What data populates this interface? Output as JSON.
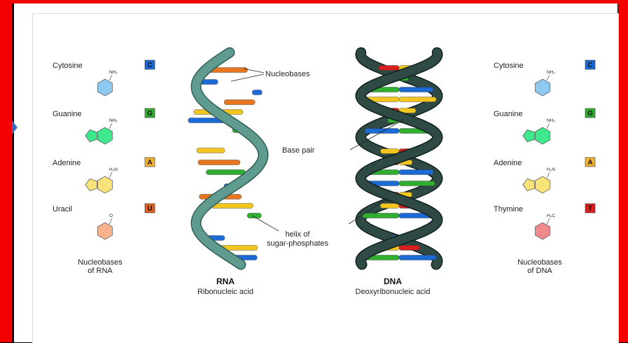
{
  "left_column": {
    "items": [
      {
        "name": "Cytosine",
        "letter": "C",
        "letter_color": "#1b6ad6",
        "ring_color": "#8ec9f2",
        "substituent": "NH₂"
      },
      {
        "name": "Guanine",
        "letter": "G",
        "letter_color": "#2fae2f",
        "ring_color": "#3ee88c",
        "substituent": "NH₂"
      },
      {
        "name": "Adenine",
        "letter": "A",
        "letter_color": "#f2b233",
        "ring_color": "#f7e37a",
        "substituent": "H₂N"
      },
      {
        "name": "Uracil",
        "letter": "U",
        "letter_color": "#e0601f",
        "ring_color": "#f6b38e",
        "substituent": "O"
      }
    ],
    "caption_line1": "Nucleobases",
    "caption_line2": "of RNA"
  },
  "right_column": {
    "items": [
      {
        "name": "Cytosine",
        "letter": "C",
        "letter_color": "#1b6ad6",
        "ring_color": "#8ec9f2",
        "substituent": "NH₂"
      },
      {
        "name": "Guanine",
        "letter": "G",
        "letter_color": "#2fae2f",
        "ring_color": "#3ee88c",
        "substituent": "NH₂"
      },
      {
        "name": "Adenine",
        "letter": "A",
        "letter_color": "#f2b233",
        "ring_color": "#f7e37a",
        "substituent": "H₂N"
      },
      {
        "name": "Thymine",
        "letter": "T",
        "letter_color": "#d81f1f",
        "ring_color": "#f08a8a",
        "substituent": "H₃C"
      }
    ],
    "caption_line1": "Nucleobases",
    "caption_line2": "of DNA"
  },
  "callouts": {
    "nucleobases": "Nucleobases",
    "base_pair": "Base pair",
    "helix_line1": "helix of",
    "helix_line2": "sugar-phosphates"
  },
  "rna": {
    "title": "RNA",
    "subtitle": "Ribonucleic acid",
    "strand_color": "#5f9c8f",
    "strand_edge": "#2f5e55"
  },
  "dna": {
    "title": "DNA",
    "subtitle": "Deoxyribonucleic acid",
    "strand_color": "#2f4a44",
    "strand_edge": "#0f1f1c"
  },
  "colors": {
    "frame_red": "#f40000",
    "cytosine": "#1b6ad6",
    "guanine": "#2fae2f",
    "adenine": "#f2c51f",
    "uracil": "#e8761f",
    "thymine": "#d81f1f"
  }
}
